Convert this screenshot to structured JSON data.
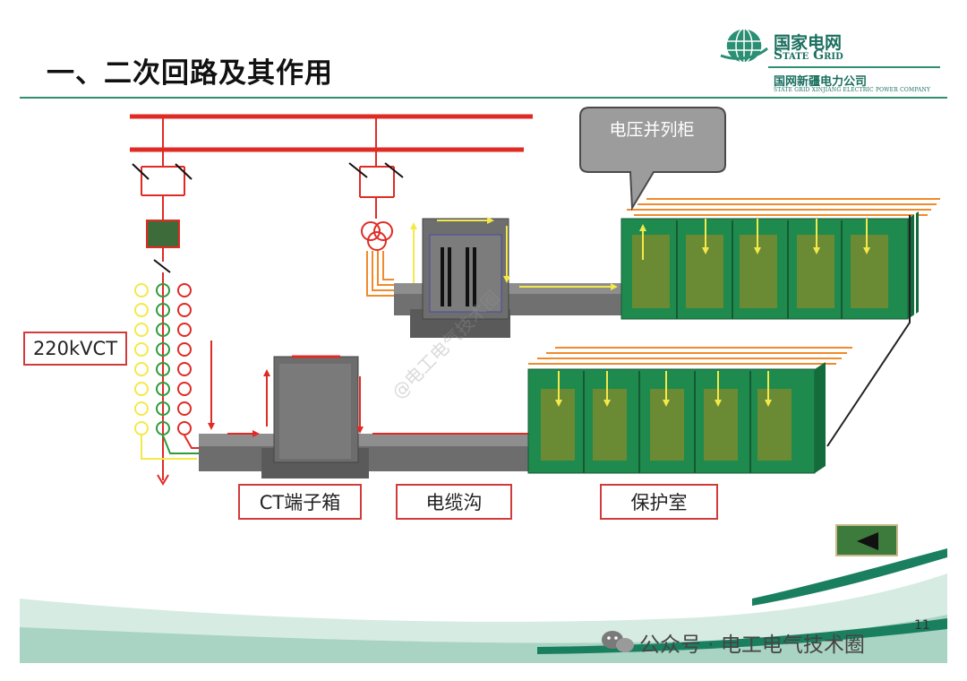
{
  "slide": {
    "title": "一、二次回路及其作用",
    "page_number": "11"
  },
  "logo": {
    "name_cn": "国家电网",
    "name_en": "State Grid",
    "subsidiary_cn": "国网新疆电力公司",
    "subsidiary_en": "STATE GRID XINJIANG ELECTRIC POWER COMPANY",
    "icon": "state-grid-globe-icon"
  },
  "labels": {
    "ct": "220kVCT",
    "ct_terminal_box": "CT端子箱",
    "cable_trench": "电缆沟",
    "protection_room": "保护室",
    "voltage_cabinet": "电压并列柜"
  },
  "watermarks": {
    "footer": "公众号 · 电工电气技术圈",
    "diagonal": "@电工电气技术圈"
  },
  "nav": {
    "back_icon": "back-arrow-icon"
  },
  "colors": {
    "busbar_red": "#e02b25",
    "cabinet_green": "#1f8a4e",
    "box_gray": "#6d6d6d",
    "arrow_yellow": "#f3e94a",
    "cable_orange": "#f08a2c",
    "label_border": "#d23b3b",
    "accent_teal": "#2f8f72"
  }
}
